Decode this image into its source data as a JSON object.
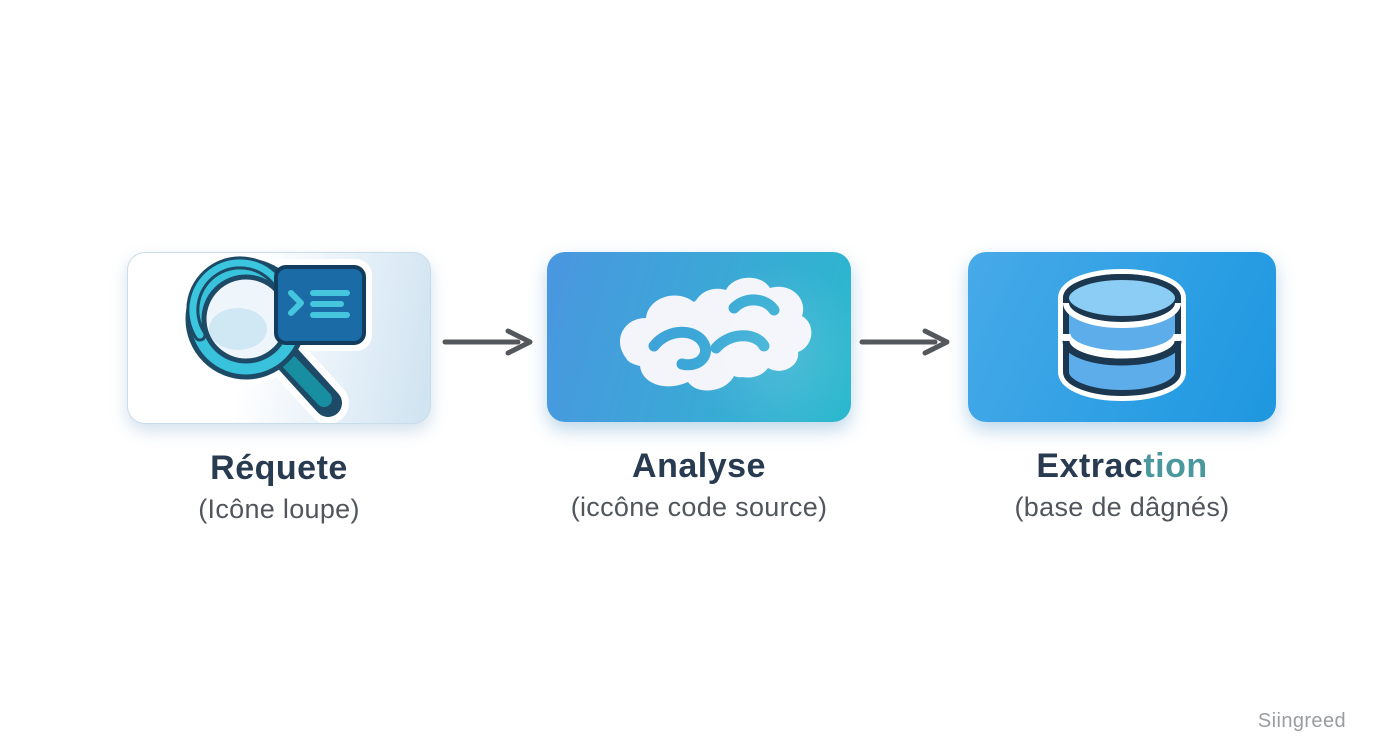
{
  "diagram": {
    "background": "#ffffff",
    "watermark": "Siingreed",
    "steps": [
      {
        "title": "Réquete",
        "subtitle": "(Icône loupe)",
        "icon": "magnifier-code-icon",
        "card_gradient": [
          "#ffffff",
          "#cfe3f1"
        ]
      },
      {
        "title": "Analyse",
        "subtitle": "(iccône code source)",
        "icon": "cloud-brain-icon",
        "card_gradient": [
          "#4a96e0",
          "#2ab9cd"
        ]
      },
      {
        "title_main": "Extrac",
        "title_accent": "tion",
        "subtitle": "(base de dâgnés)",
        "icon": "database-icon",
        "card_gradient": [
          "#47aae8",
          "#1e97e0"
        ]
      }
    ],
    "colors": {
      "title": "#283b50",
      "title_accent": "#4a979e",
      "subtitle": "#51565c",
      "arrow": "#54585c",
      "watermark": "#9a9da0",
      "magnifier_teal": "#178fa0",
      "magnifier_cyan": "#38c2dc",
      "magnifier_outline": "#1d4a66",
      "code_panel_blue": "#1a6ba6",
      "code_line_cyan": "#45c6de",
      "database_fill": "#6db8ef",
      "database_outline": "#1c3850"
    }
  }
}
